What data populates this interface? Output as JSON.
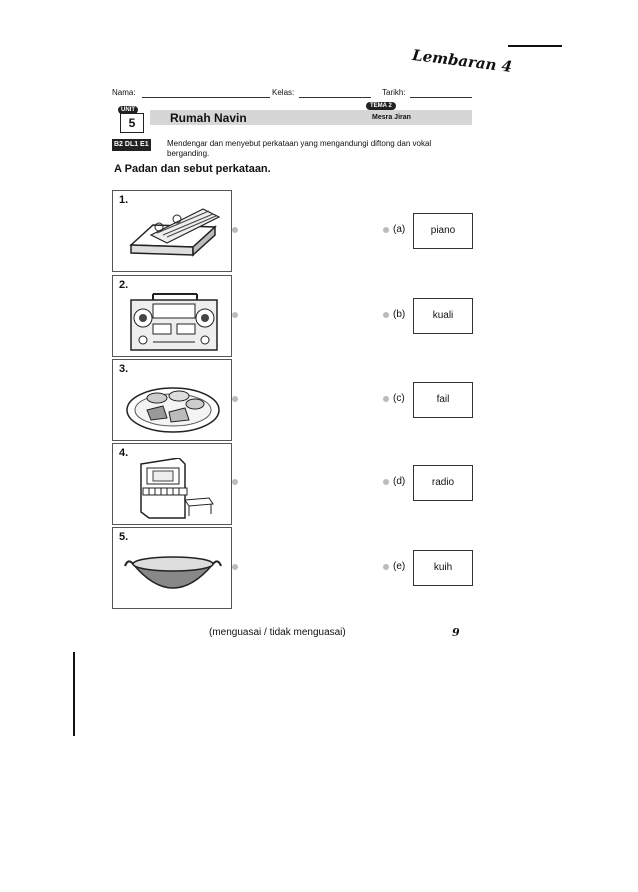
{
  "header": {
    "lembaran": "Lembaran 4",
    "nama_label": "Nama:",
    "kelas_label": "Kelas:",
    "tarikh_label": "Tarikh:"
  },
  "unit": {
    "tag": "UNIT",
    "number": "5",
    "title": "Rumah Navin",
    "tema_tag": "TEMA 2",
    "tema_title": "Mesra Jiran"
  },
  "standard": {
    "code": "B2 DL1 E1",
    "text": "Mendengar dan menyebut perkataan yang mengandungi diftong dan vokal berganding."
  },
  "section": {
    "letter": "A",
    "instruction": "Padan dan sebut perkataan."
  },
  "pictures": [
    {
      "number": "1.",
      "icon": "file-folder-icon"
    },
    {
      "number": "2.",
      "icon": "radio-icon"
    },
    {
      "number": "3.",
      "icon": "cakes-plate-icon"
    },
    {
      "number": "4.",
      "icon": "piano-icon"
    },
    {
      "number": "5.",
      "icon": "wok-icon"
    }
  ],
  "words": [
    {
      "letter": "(a)",
      "word": "piano"
    },
    {
      "letter": "(b)",
      "word": "kuali"
    },
    {
      "letter": "(c)",
      "word": "fail"
    },
    {
      "letter": "(d)",
      "word": "radio"
    },
    {
      "letter": "(e)",
      "word": "kuih"
    }
  ],
  "footer": {
    "mastery": "(menguasai / tidak menguasai)",
    "page_number": "9"
  }
}
